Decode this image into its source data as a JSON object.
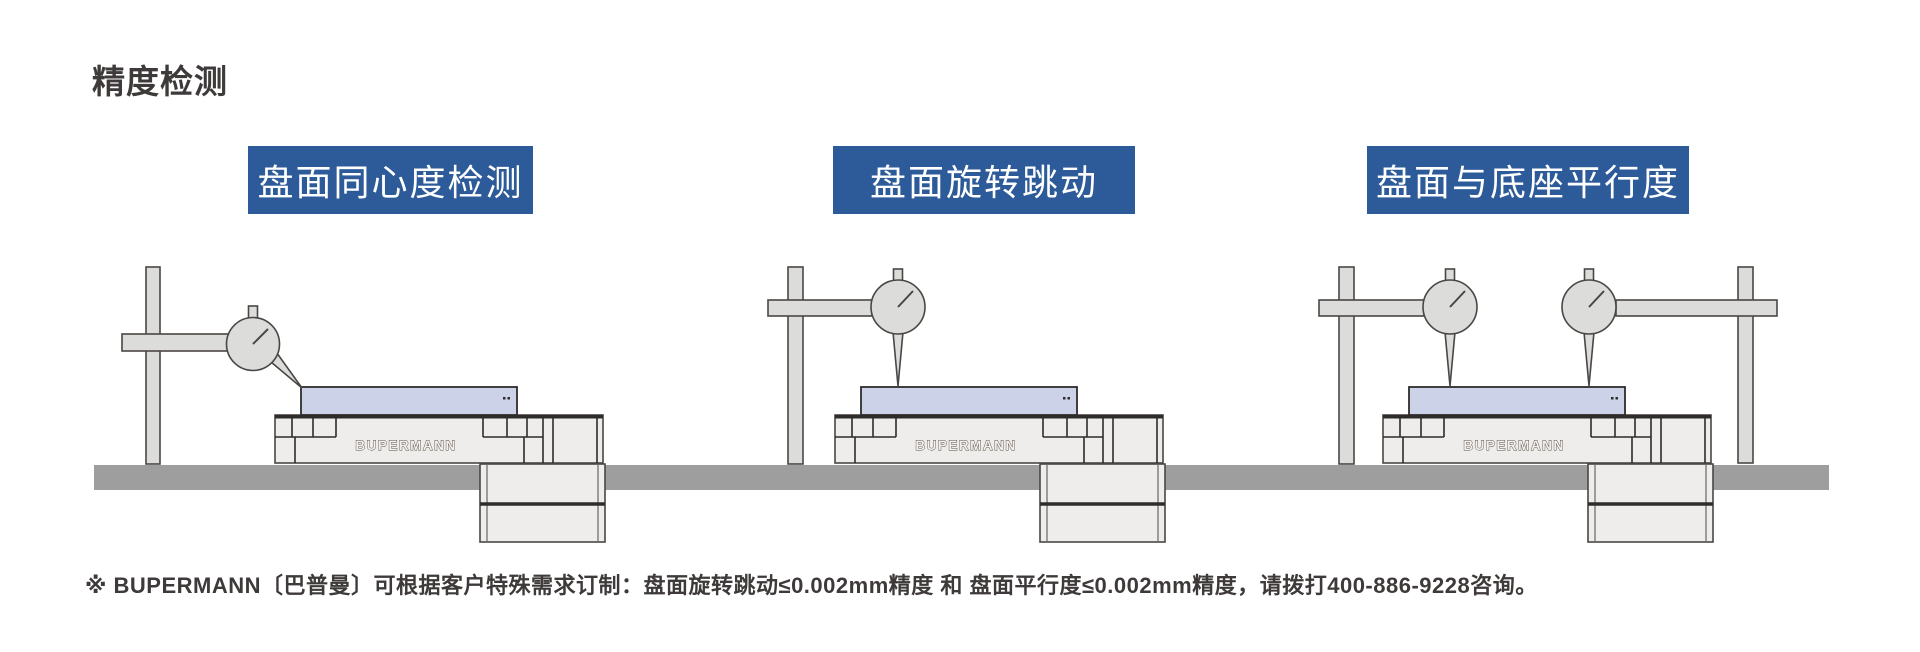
{
  "header": {
    "title": "精度检测"
  },
  "diagrams": [
    {
      "label": "盘面同心度检测",
      "brand": "BUPERMANN"
    },
    {
      "label": "盘面旋转跳动",
      "brand": "BUPERMANN"
    },
    {
      "label": "盘面与底座平行度",
      "brand": "BUPERMANN"
    }
  ],
  "footnote": {
    "text": "※ BUPERMANN〔巴普曼〕可根据客户特殊需求订制：盘面旋转跳动≤0.002mm精度 和 盘面平行度≤0.002mm精度，请拨打400-886-9228咨询。"
  },
  "colors": {
    "accent_blue": "#2d5b99",
    "disc_lavender": "#ccd3e8",
    "machine_body": "#eeedeb",
    "stand_steel": "#dcdcda",
    "workbench_gray": "#9e9e9e",
    "outline_dark": "#2f2b2a",
    "text_dark": "#3e3a39"
  }
}
